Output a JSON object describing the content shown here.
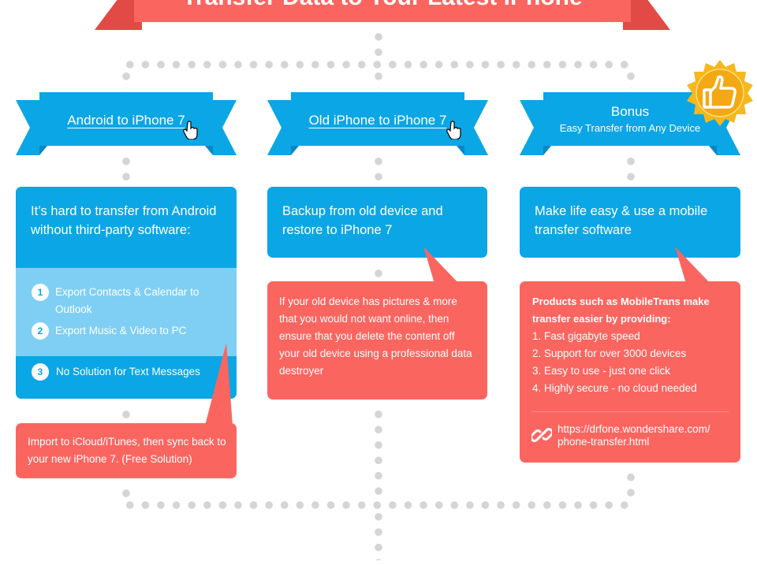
{
  "header": {
    "title": "Transfer Data to Your Latest iPhone"
  },
  "colors": {
    "blue": "#0ba6e6",
    "blue_dark": "#0a86c4",
    "red": "#fb6560",
    "light_blue": "#7fcff4",
    "badge_gold": "#f6b81c",
    "dots": "#d5d5d5"
  },
  "columns": [
    {
      "ribbon_label": "Android to iPhone 7",
      "card_text": "It’s hard to transfer from Android without third-party software:",
      "steps": [
        {
          "num": "1",
          "text": "Export Contacts & Calendar to Outlook"
        },
        {
          "num": "2",
          "text": "Export Music & Video to PC"
        },
        {
          "num": "3",
          "text": "No Solution for Text Messages"
        }
      ],
      "note": "Import to iCloud/iTunes, then sync back to your new iPhone 7. (Free Solution)"
    },
    {
      "ribbon_label": "Old iPhone to iPhone 7",
      "card_text": "Backup from old device and restore to iPhone 7",
      "note": "If your old device has pictures & more that you would not want online, then ensure that you delete the content off your old device using a professional data destroyer"
    },
    {
      "ribbon_title": "Bonus",
      "ribbon_subtitle": "Easy Transfer from Any Device",
      "card_text": "Make life easy & use a mobile transfer software",
      "note_heading": "Products such as MobileTrans make transfer easier by providing:",
      "list": [
        "1. Fast gigabyte speed",
        "2. Support for over 3000 devices",
        "3. Easy to use - just one click",
        "4. Highly secure - no cloud needed"
      ],
      "link": "https://drfone.wondershare.com/phone-transfer.html",
      "badge_icon": "thumbs-up-icon"
    }
  ]
}
